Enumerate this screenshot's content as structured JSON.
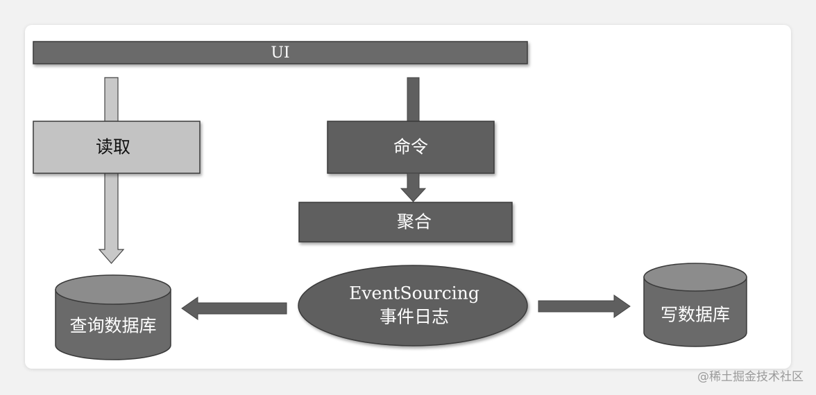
{
  "diagram": {
    "ui_label": "UI",
    "read_label": "读取",
    "command_label": "命令",
    "aggregate_label": "聚合",
    "event_log_line1": "EventSourcing",
    "event_log_line2": "事件日志",
    "query_db_label": "查询数据库",
    "write_db_label": "写数据库"
  },
  "colors": {
    "dark_gray": "#5f5f5f",
    "light_gray": "#c3c3c3",
    "border": "#3a3a3a"
  },
  "watermark": "@稀土掘金技术社区"
}
